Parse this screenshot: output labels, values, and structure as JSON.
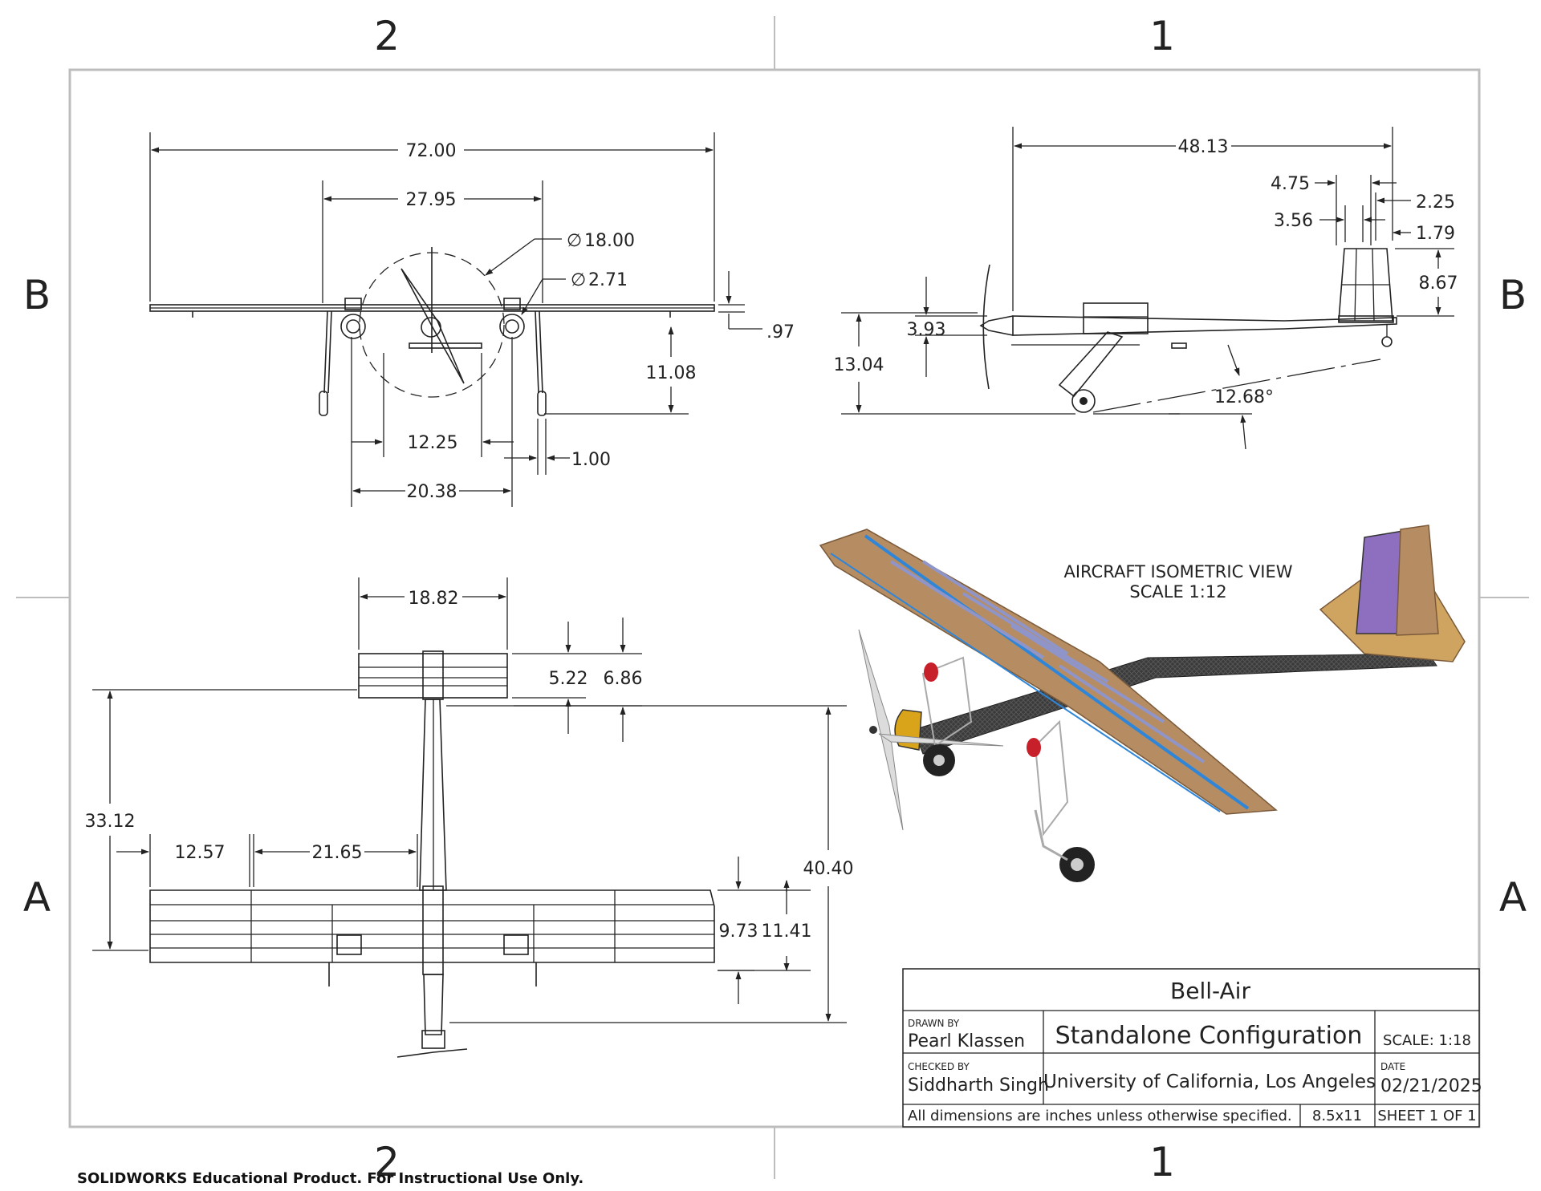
{
  "zones": {
    "col_left": "2",
    "col_right": "1",
    "row_top": "B",
    "row_bottom": "A"
  },
  "front_view": {
    "overall_span": "72.00",
    "gear_track": "27.95",
    "prop_diameter": "18.00",
    "wheel_diameter": "2.71",
    "wing_thickness": ".97",
    "wing_height": "11.08",
    "pod_spacing": "12.25",
    "wheel_width": "1.00",
    "pod_outer": "20.38",
    "diameter_symbol": "∅"
  },
  "side_view": {
    "length": "48.13",
    "tail_chord_a": "4.75",
    "tail_chord_b": "3.56",
    "tail_offset_a": "2.25",
    "tail_offset_b": "1.79",
    "tail_height": "8.67",
    "spinner_height": "3.93",
    "overall_height": "13.04",
    "tip_angle": "12.68°"
  },
  "top_view": {
    "stab_span": "18.82",
    "stab_chord": "5.22",
    "stab_chord_total": "6.86",
    "nose_to_wing": "33.12",
    "aileron_inset": "12.57",
    "aileron_span": "21.65",
    "overall_length": "40.40",
    "wing_chord": "9.73",
    "wing_chord_total": "11.41"
  },
  "isometric": {
    "title": "AIRCRAFT ISOMETRIC VIEW",
    "scale": "SCALE 1:12"
  },
  "title_block": {
    "project": "Bell-Air",
    "drawn_by_label": "DRAWN BY",
    "drawn_by": "Pearl Klassen",
    "drawing_title": "Standalone Configuration",
    "scale": "SCALE: 1:18",
    "checked_by_label": "CHECKED BY",
    "checked_by": "Siddharth Singh",
    "organization": "University of California, Los Angeles",
    "date_label": "DATE",
    "date": "02/21/2025",
    "note": "All dimensions are inches unless otherwise specified.",
    "paper": "8.5x11",
    "sheet": "SHEET 1 OF 1"
  },
  "footer": {
    "notice": "SOLIDWORKS Educational Product. For Instructional Use Only."
  },
  "colors": {
    "wood": "#b68d63",
    "spar_blue": "#2f86d8",
    "carbon": "#3b3b3b",
    "red": "#c8202a",
    "gold": "#d9a41a"
  }
}
